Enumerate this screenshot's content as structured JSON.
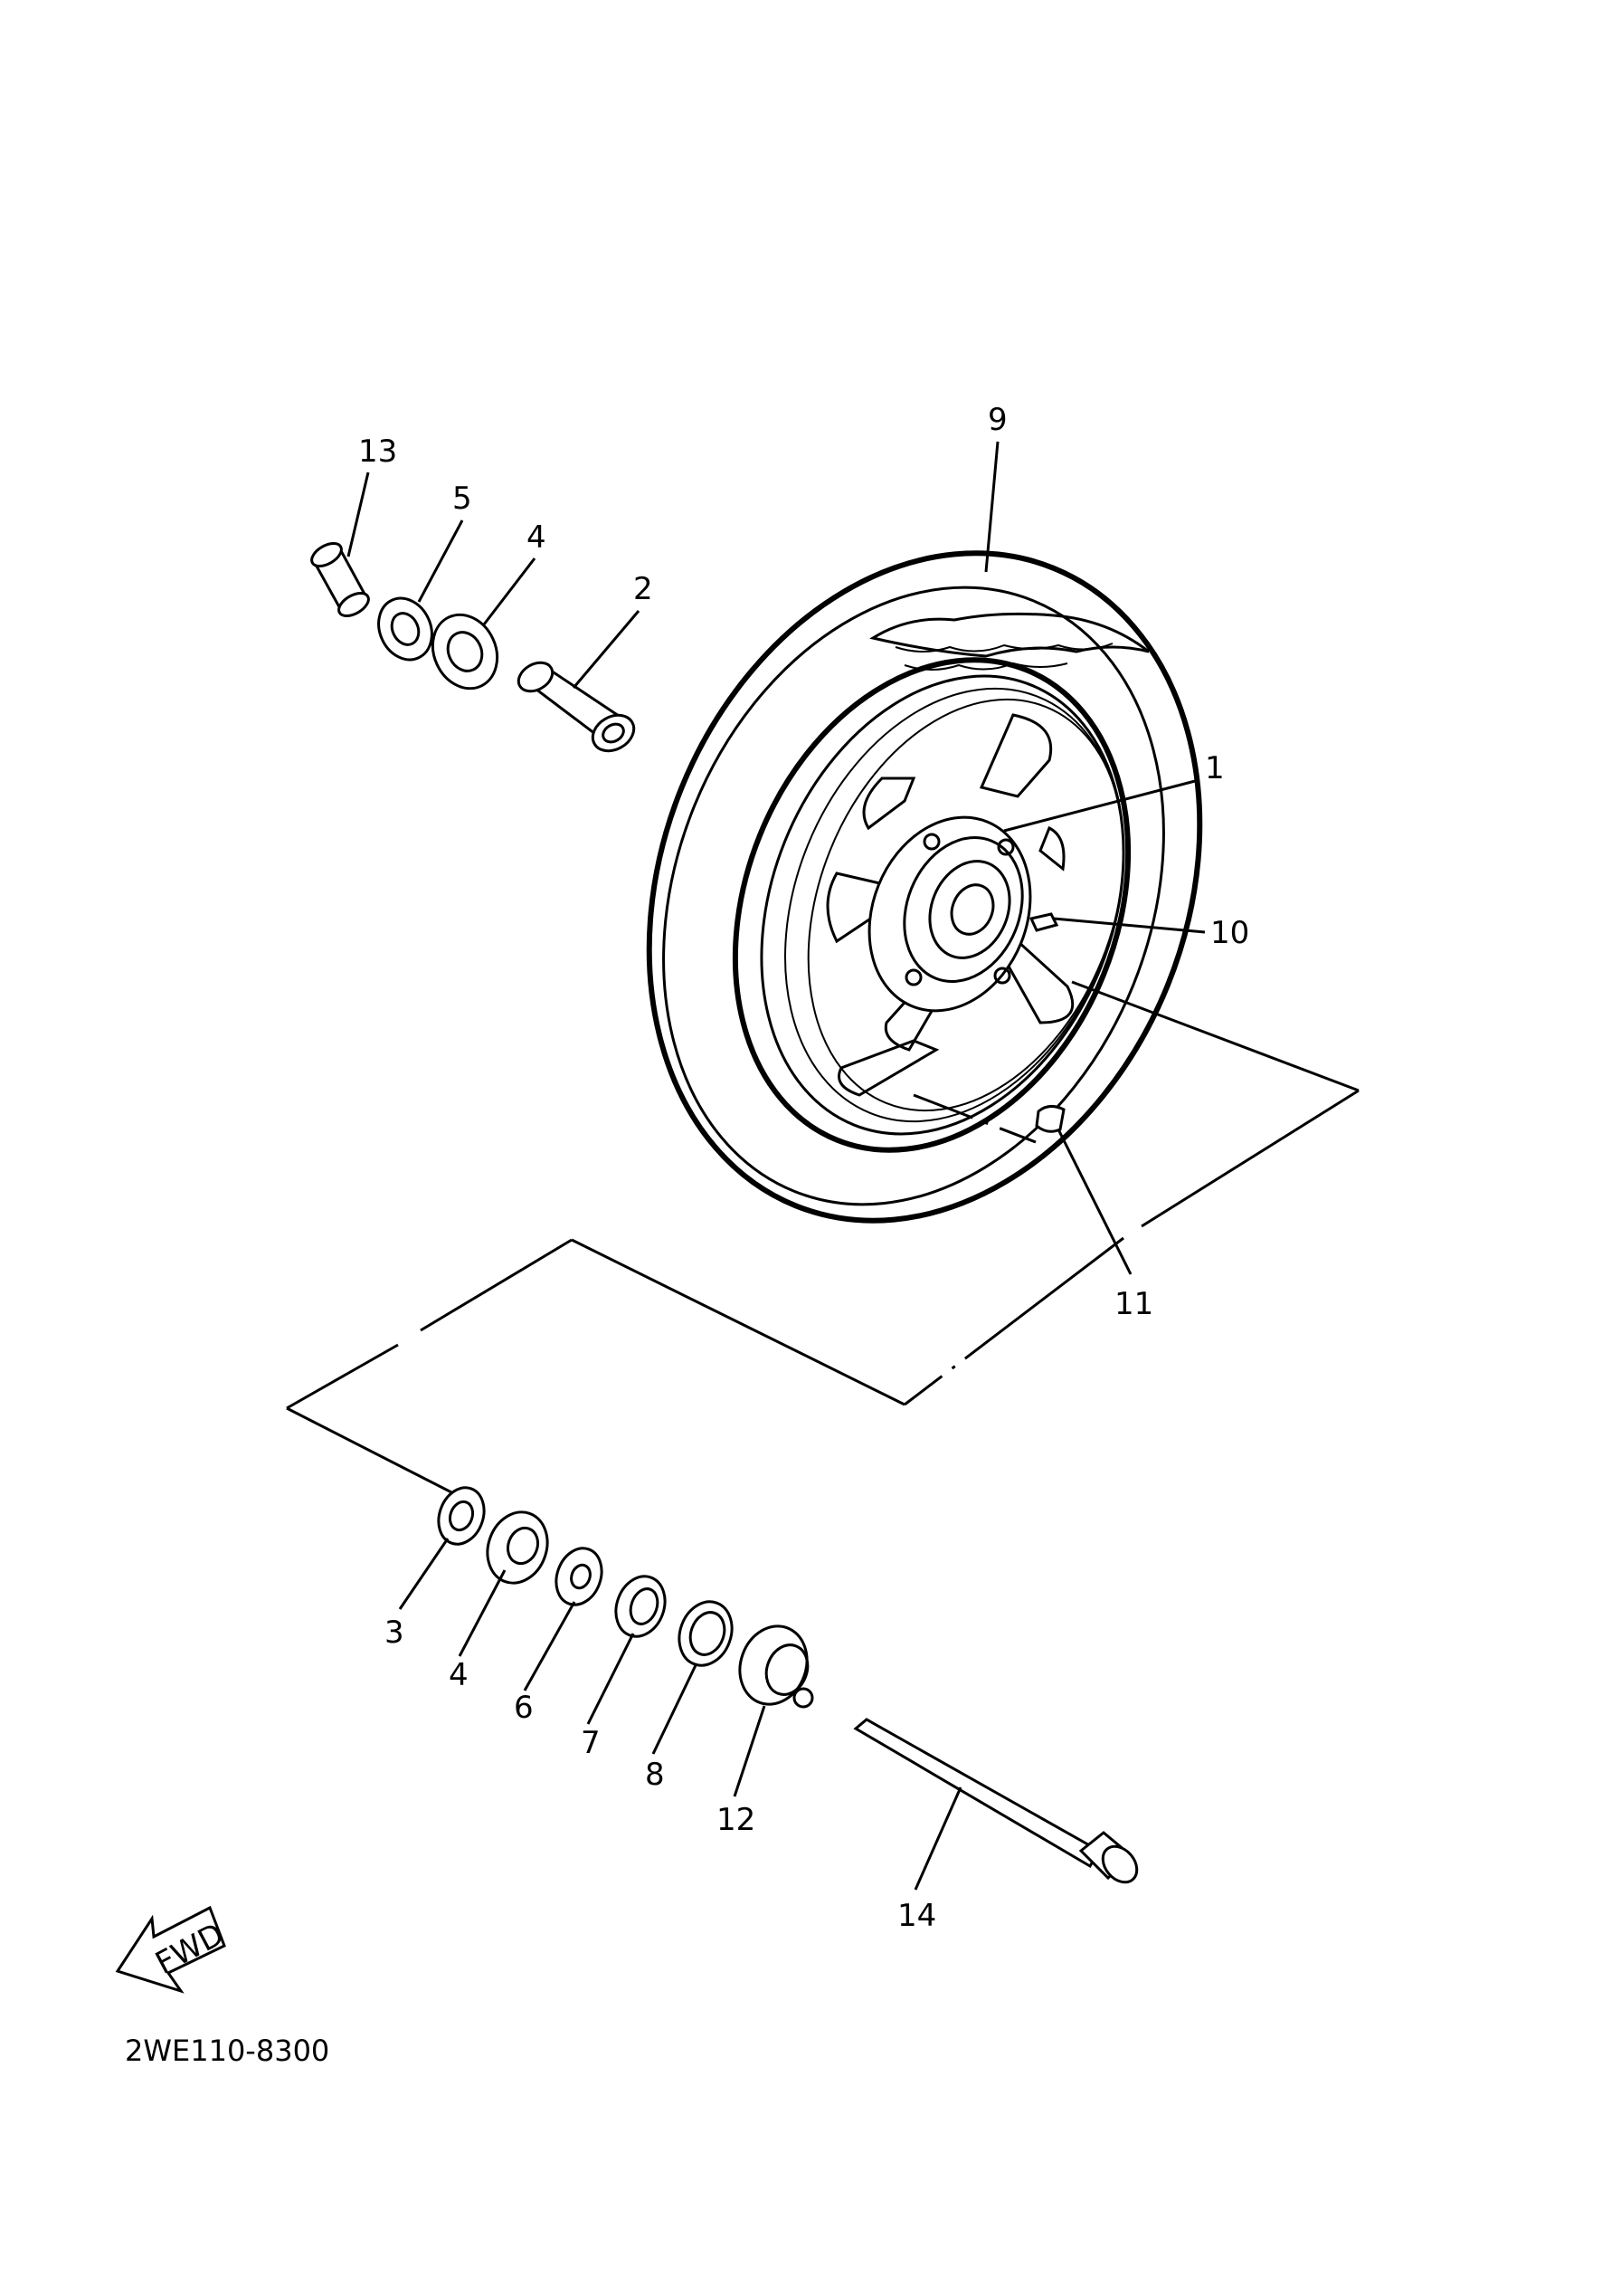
{
  "diagram": {
    "part_code": "2WE110-8300",
    "fwd_label": "FWD",
    "callouts": [
      {
        "id": "13",
        "text": "13"
      },
      {
        "id": "5a",
        "text": "5"
      },
      {
        "id": "4a",
        "text": "4"
      },
      {
        "id": "2",
        "text": "2"
      },
      {
        "id": "9",
        "text": "9"
      },
      {
        "id": "1",
        "text": "1"
      },
      {
        "id": "10",
        "text": "10"
      },
      {
        "id": "11",
        "text": "11"
      },
      {
        "id": "3",
        "text": "3"
      },
      {
        "id": "4b",
        "text": "4"
      },
      {
        "id": "6",
        "text": "6"
      },
      {
        "id": "7",
        "text": "7"
      },
      {
        "id": "8",
        "text": "8"
      },
      {
        "id": "12",
        "text": "12"
      },
      {
        "id": "14",
        "text": "14"
      }
    ]
  }
}
